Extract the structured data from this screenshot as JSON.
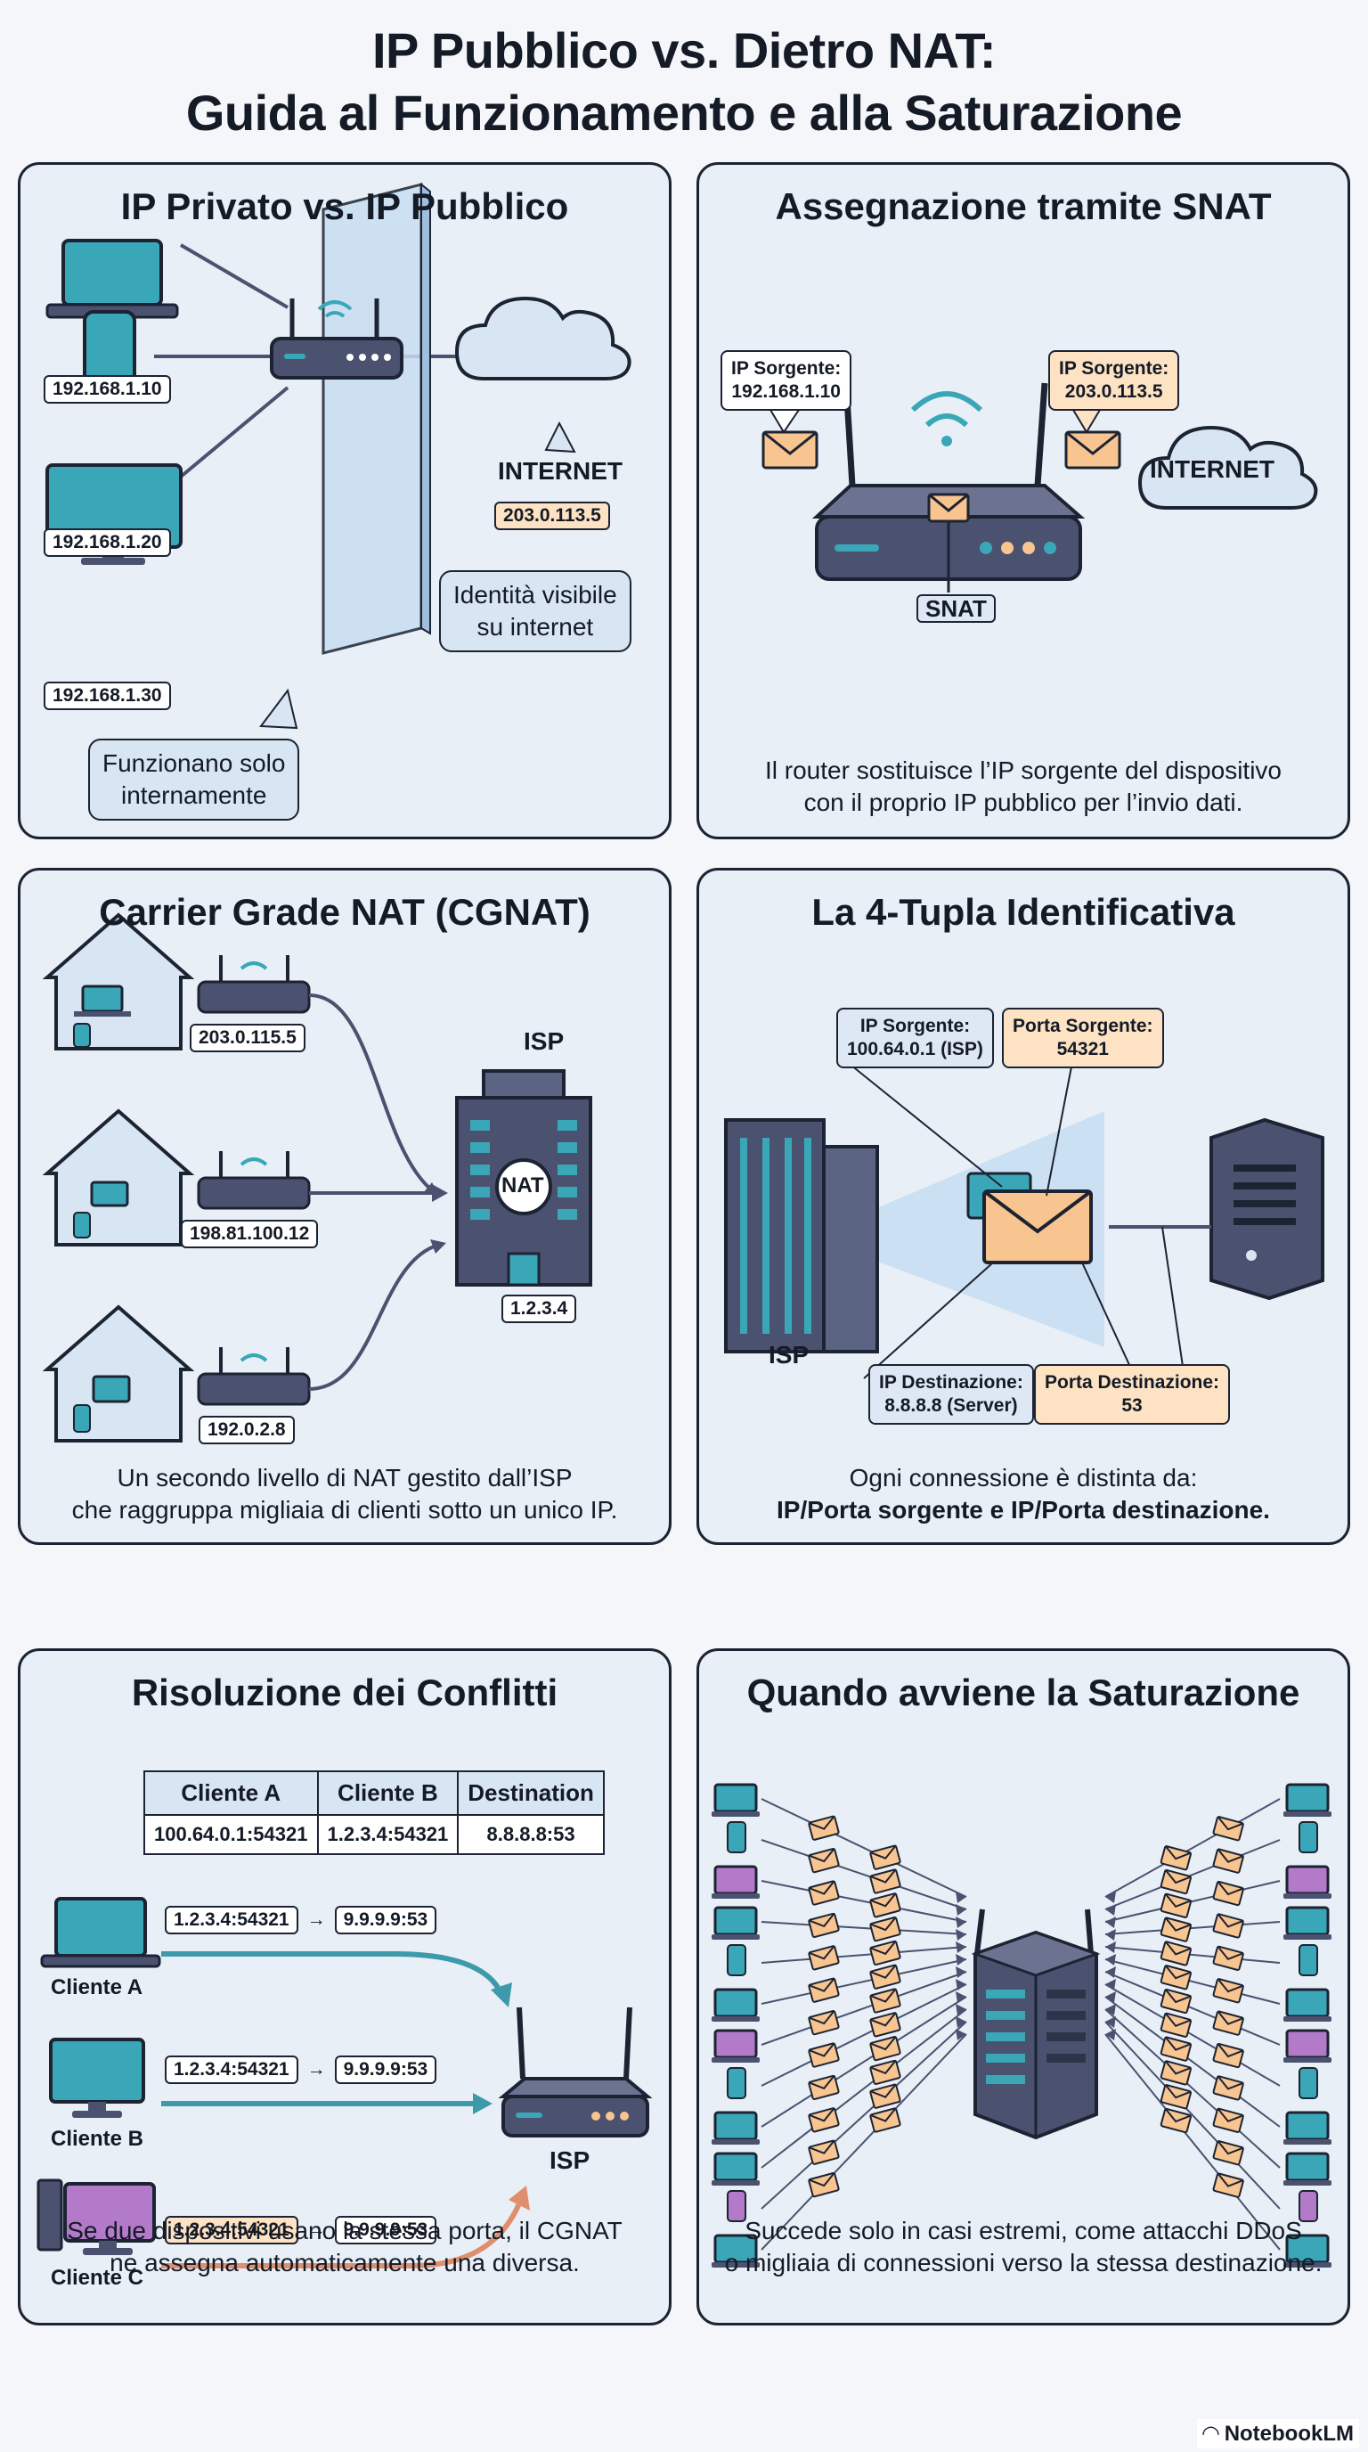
{
  "title": {
    "line1": "IP Pubblico vs. Dietro NAT:",
    "line2": "Guida al Funzionamento e alla Saturazione"
  },
  "panel1": {
    "title": "IP Privato vs. IP Pubblico",
    "ips": [
      "192.168.1.10",
      "192.168.1.20",
      "192.168.1.30"
    ],
    "cloud_label": "INTERNET",
    "public_ip": "203.0.113.5",
    "bubble_right": [
      "Identità visibile",
      "su internet"
    ],
    "bubble_left": [
      "Funzionano solo",
      "internamente"
    ]
  },
  "panel2": {
    "title": "Assegnazione tramite SNAT",
    "src_left_label": "IP Sorgente:",
    "src_left_value": "192.168.1.10",
    "src_right_label": "IP Sorgente:",
    "src_right_value": "203.0.113.5",
    "cloud_label": "INTERNET",
    "snat_label": "SNAT",
    "caption": [
      "Il router sostituisce l’IP sorgente del dispositivo",
      "con il proprio IP pubblico per l’invio dati."
    ]
  },
  "panel3": {
    "title": "Carrier Grade NAT (CGNAT)",
    "home_ips": [
      "203.0.115.5",
      "198.81.100.12",
      "192.0.2.8"
    ],
    "isp_label": "ISP",
    "nat_label": "NAT",
    "isp_ip": "1.2.3.4",
    "caption": [
      "Un secondo livello di NAT gestito dall’ISP",
      "che raggruppa migliaia di clienti sotto un unico IP."
    ]
  },
  "panel4": {
    "title": "La 4-Tupla Identificativa",
    "src_ip_label": "IP Sorgente:",
    "src_ip_value": "100.64.0.1 (ISP)",
    "src_port_label": "Porta Sorgente:",
    "src_port_value": "54321",
    "dst_ip_label": "IP Destinazione:",
    "dst_ip_value": "8.8.8.8 (Server)",
    "dst_port_label": "Porta Destinazione:",
    "dst_port_value": "53",
    "isp_label": "ISP",
    "caption1": "Ogni connessione è distinta da:",
    "caption2": "IP/Porta sorgente e IP/Porta destinazione."
  },
  "panel5": {
    "title": "Risoluzione dei Conflitti",
    "table_headers": [
      "Cliente A",
      "Cliente B",
      "Destination"
    ],
    "table_row": [
      "100.64.0.1:54321",
      "1.2.3.4:54321",
      "8.8.8.8:53"
    ],
    "clients": [
      {
        "name": "Cliente A",
        "src": "1.2.3.4:54321",
        "dst": "9.9.9.9:53"
      },
      {
        "name": "Cliente B",
        "src": "1.2.3.4:54321",
        "dst": "9.9.9.9:53"
      },
      {
        "name": "Cliente C",
        "src": "1.2.3.4:54321",
        "dst": "9.9.9.9:53"
      }
    ],
    "arrow": "→",
    "isp_label": "ISP",
    "caption": [
      "Se due dispositivi usano la stessa porta, il CGNAT",
      "ne assegna automaticamente una diversa."
    ]
  },
  "panel6": {
    "title": "Quando avviene la Saturazione",
    "caption": [
      "Succede solo in casi estremi, come attacchi DDoS",
      "o migliaia di connessioni verso la stessa destinazione."
    ]
  },
  "brand": "NotebookLM",
  "colors": {
    "panel_bg": "#e9eff6",
    "outline": "#1c2333",
    "device_blue": "#3aa7b8",
    "envelope": "#f8c48f",
    "router": "#4a5270",
    "arrow_teal": "#3d9aaa",
    "arrow_orange": "#e08f6e",
    "purple_screen": "#b27ac9"
  }
}
